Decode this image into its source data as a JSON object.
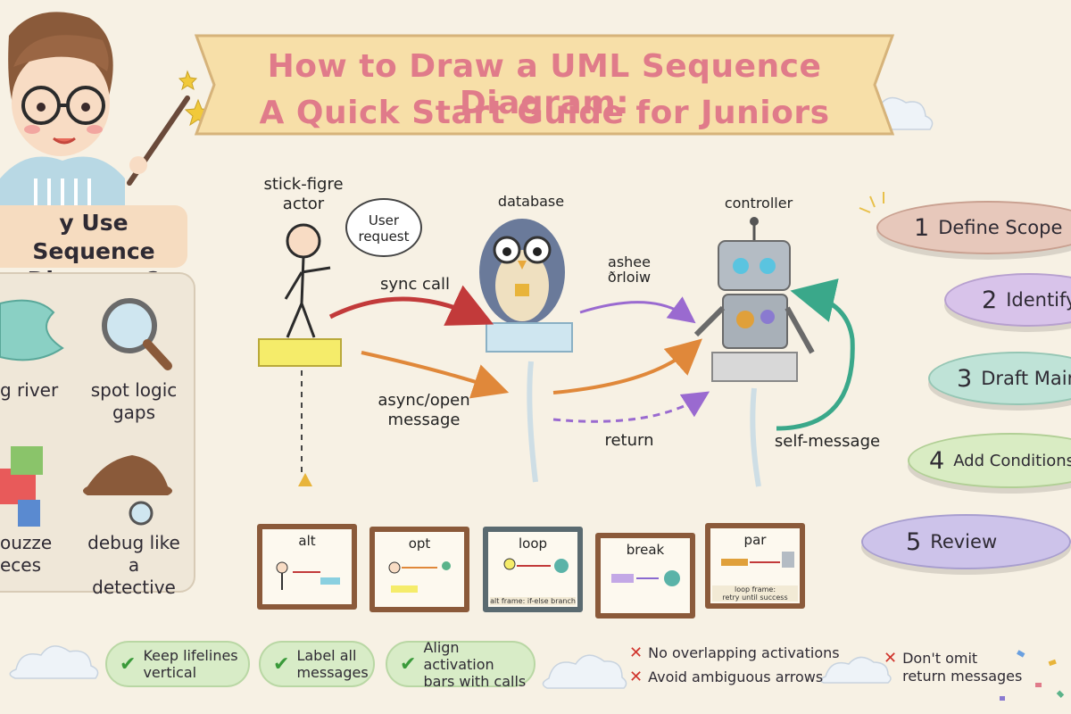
{
  "title": {
    "line1": "How to Draw a UML Sequence Diagram:",
    "line2": "A Quick Start Guide for Juniors"
  },
  "why": {
    "heading": "y Use Sequence\nDiagrams?",
    "benefits": [
      "g river",
      "spot logic\ngaps",
      "ouzze\neces",
      "debug like\na detective"
    ]
  },
  "diagram": {
    "actor_label": "stick-figre\nactor",
    "speech": "User\nrequest",
    "database_label": "database",
    "controller_label": "controller",
    "sync_call": "sync call",
    "garbled": "ashee\nðrloiw",
    "async": "async/open\nmessage",
    "return": "return",
    "self_message": "self-message"
  },
  "frames": [
    {
      "label": "alt",
      "note": ""
    },
    {
      "label": "opt",
      "note": ""
    },
    {
      "label": "loop",
      "note": "alt frame: if-else branch"
    },
    {
      "label": "break",
      "note": ""
    },
    {
      "label": "par",
      "note": "loop frame:\nretry until success"
    }
  ],
  "steps": [
    {
      "num": "1",
      "text": "Define Scope",
      "color": "#e7c8bb"
    },
    {
      "num": "2",
      "text": "Identify A",
      "color": "#d8c3ea"
    },
    {
      "num": "3",
      "text": "Draft Main",
      "color": "#bfe3d7"
    },
    {
      "num": "4",
      "text": "Add Conditions/",
      "color": "#d9ecc3"
    },
    {
      "num": "5",
      "text": "Review",
      "color": "#cdc3ea"
    }
  ],
  "dos": [
    "Keep lifelines\nvertical",
    "Label all\nmessages",
    "Align activation\nbars with calls"
  ],
  "donts": [
    "No overlapping activations",
    "Avoid ambiguous arrows",
    "Don't omit\nreturn messages"
  ]
}
